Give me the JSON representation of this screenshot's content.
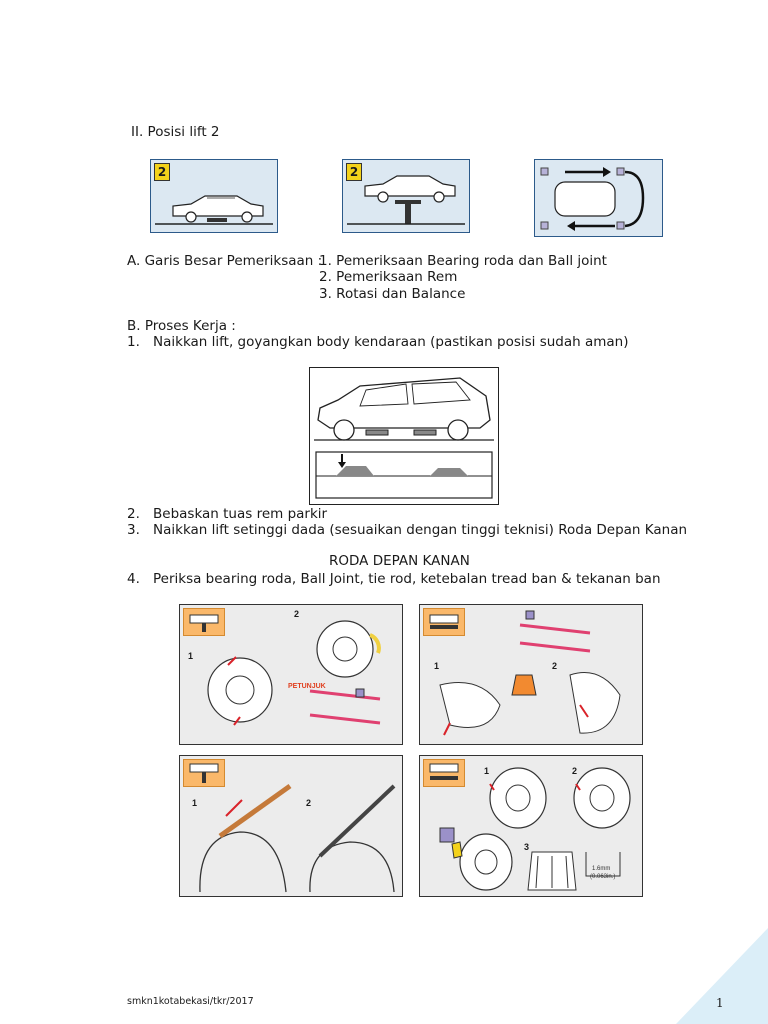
{
  "heading": "II.  Posisi lift 2",
  "lift_badges": [
    "2",
    "2"
  ],
  "section_a": {
    "label": "A. Garis Besar Pemeriksaan :",
    "items": [
      "1. Pemeriksaan Bearing roda dan Ball joint",
      "2. Pemeriksaan Rem",
      "3. Rotasi dan Balance"
    ]
  },
  "section_b": {
    "label": "B. Proses Kerja :",
    "steps": [
      {
        "num": "1.",
        "text": "Naikkan lift, goyangkan body kendaraan (pastikan posisi sudah aman)"
      },
      {
        "num": "2.",
        "text": "Bebaskan tuas rem parkir"
      },
      {
        "num": "3.",
        "text": "Naikkan lift setinggi dada (sesuaikan dengan tinggi teknisi) Roda Depan Kanan"
      }
    ]
  },
  "roda_title": "RODA DEPAN KANAN",
  "step4": {
    "num": "4.",
    "text": "Periksa bearing roda, Ball Joint, tie rod, ketebalan tread ban & tekanan ban"
  },
  "panels": {
    "p1": {
      "labels": [
        "1",
        "2"
      ],
      "hint": "PETUNJUK"
    },
    "p2": {
      "labels": [
        "1",
        "2"
      ]
    },
    "p3": {
      "labels": [
        "1",
        "2"
      ]
    },
    "p4": {
      "labels": [
        "1",
        "2",
        "3"
      ],
      "measure": "1.6mm",
      "measure_sub": "(0.063in.)"
    }
  },
  "footer": "smkn1kotabekasi/tkr/2017",
  "page_number": "1",
  "colors": {
    "accent_blue": "#2c5a8a",
    "light_blue": "#dce8f2",
    "arrow_red": "#d9232a",
    "corner": "#dbeef8"
  }
}
